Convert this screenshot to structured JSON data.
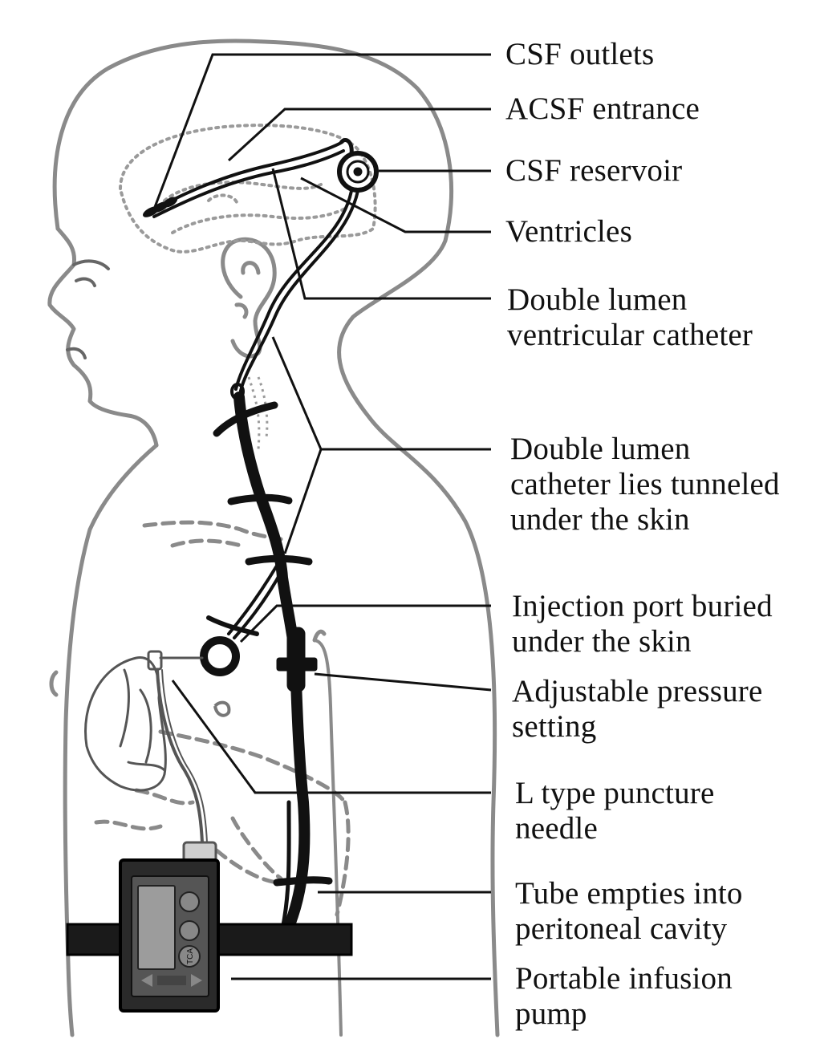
{
  "labels": {
    "csf_outlets": "CSF outlets",
    "acsf_entrance": "ACSF entrance",
    "csf_reservoir": "CSF reservoir",
    "ventricles": "Ventricles",
    "double_lumen_ventricular_catheter": [
      "Double lumen",
      "ventricular catheter"
    ],
    "double_lumen_catheter_tunneled": [
      "Double lumen",
      "catheter lies tunneled",
      "under the skin"
    ],
    "injection_port": [
      "Injection port buried",
      "under the skin"
    ],
    "adjustable_pressure": [
      "Adjustable pressure",
      "setting"
    ],
    "l_type_needle": [
      "L type puncture",
      "needle"
    ],
    "tube_peritoneal": [
      "Tube empties into",
      "peritoneal cavity"
    ],
    "portable_pump": [
      "Portable infusion",
      "pump"
    ]
  },
  "pump_buttons": {
    "tca": "TCA"
  },
  "colors": {
    "outline": "#8a8a8a",
    "ink": "#111111",
    "dotted": "#9a9a9a",
    "pump_body": "#2a2a2a",
    "pump_screen": "#9c9c9c"
  }
}
